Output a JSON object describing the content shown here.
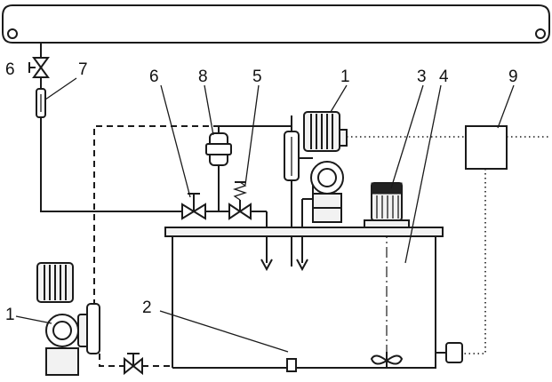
{
  "labels": {
    "valve_left": "6",
    "line_7": "7",
    "valve_6": "6",
    "item_8": "8",
    "valve_5": "5",
    "pump_top": "1",
    "mixer_3": "3",
    "tank_4": "4",
    "controller_9": "9",
    "pump_left": "1",
    "probe_2": "2"
  },
  "colors": {
    "line": "#1a1a1a",
    "background": "#ffffff",
    "fill": "#f2f2f2"
  }
}
